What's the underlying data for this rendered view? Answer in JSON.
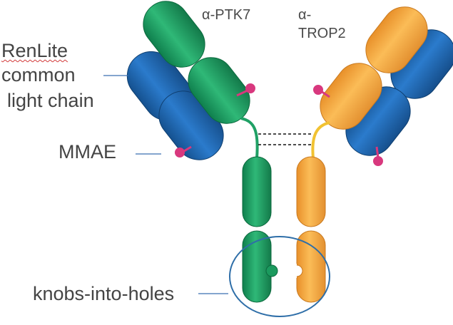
{
  "labels": {
    "alpha_ptk7": "α-PTK7",
    "alpha_trop2_line1": "α-",
    "alpha_trop2_line2": "TROP2",
    "renlite_line1": "RenLite",
    "renlite_line2": "common",
    "renlite_line3": "light chain",
    "mmae": "MMAE",
    "knobs_into_holes": "knobs-into-holes"
  },
  "colors": {
    "ptk7_heavy_chain": "#1fa065",
    "trop2_heavy_chain": "#f5a93a",
    "light_chain": "#1f63b0",
    "payload": "#d8387e",
    "hinge_ptk7": "#1fa065",
    "hinge_trop2": "#f1c232",
    "annotation_line": "#3a6fb0",
    "highlight_circle": "#2e6ea8"
  }
}
